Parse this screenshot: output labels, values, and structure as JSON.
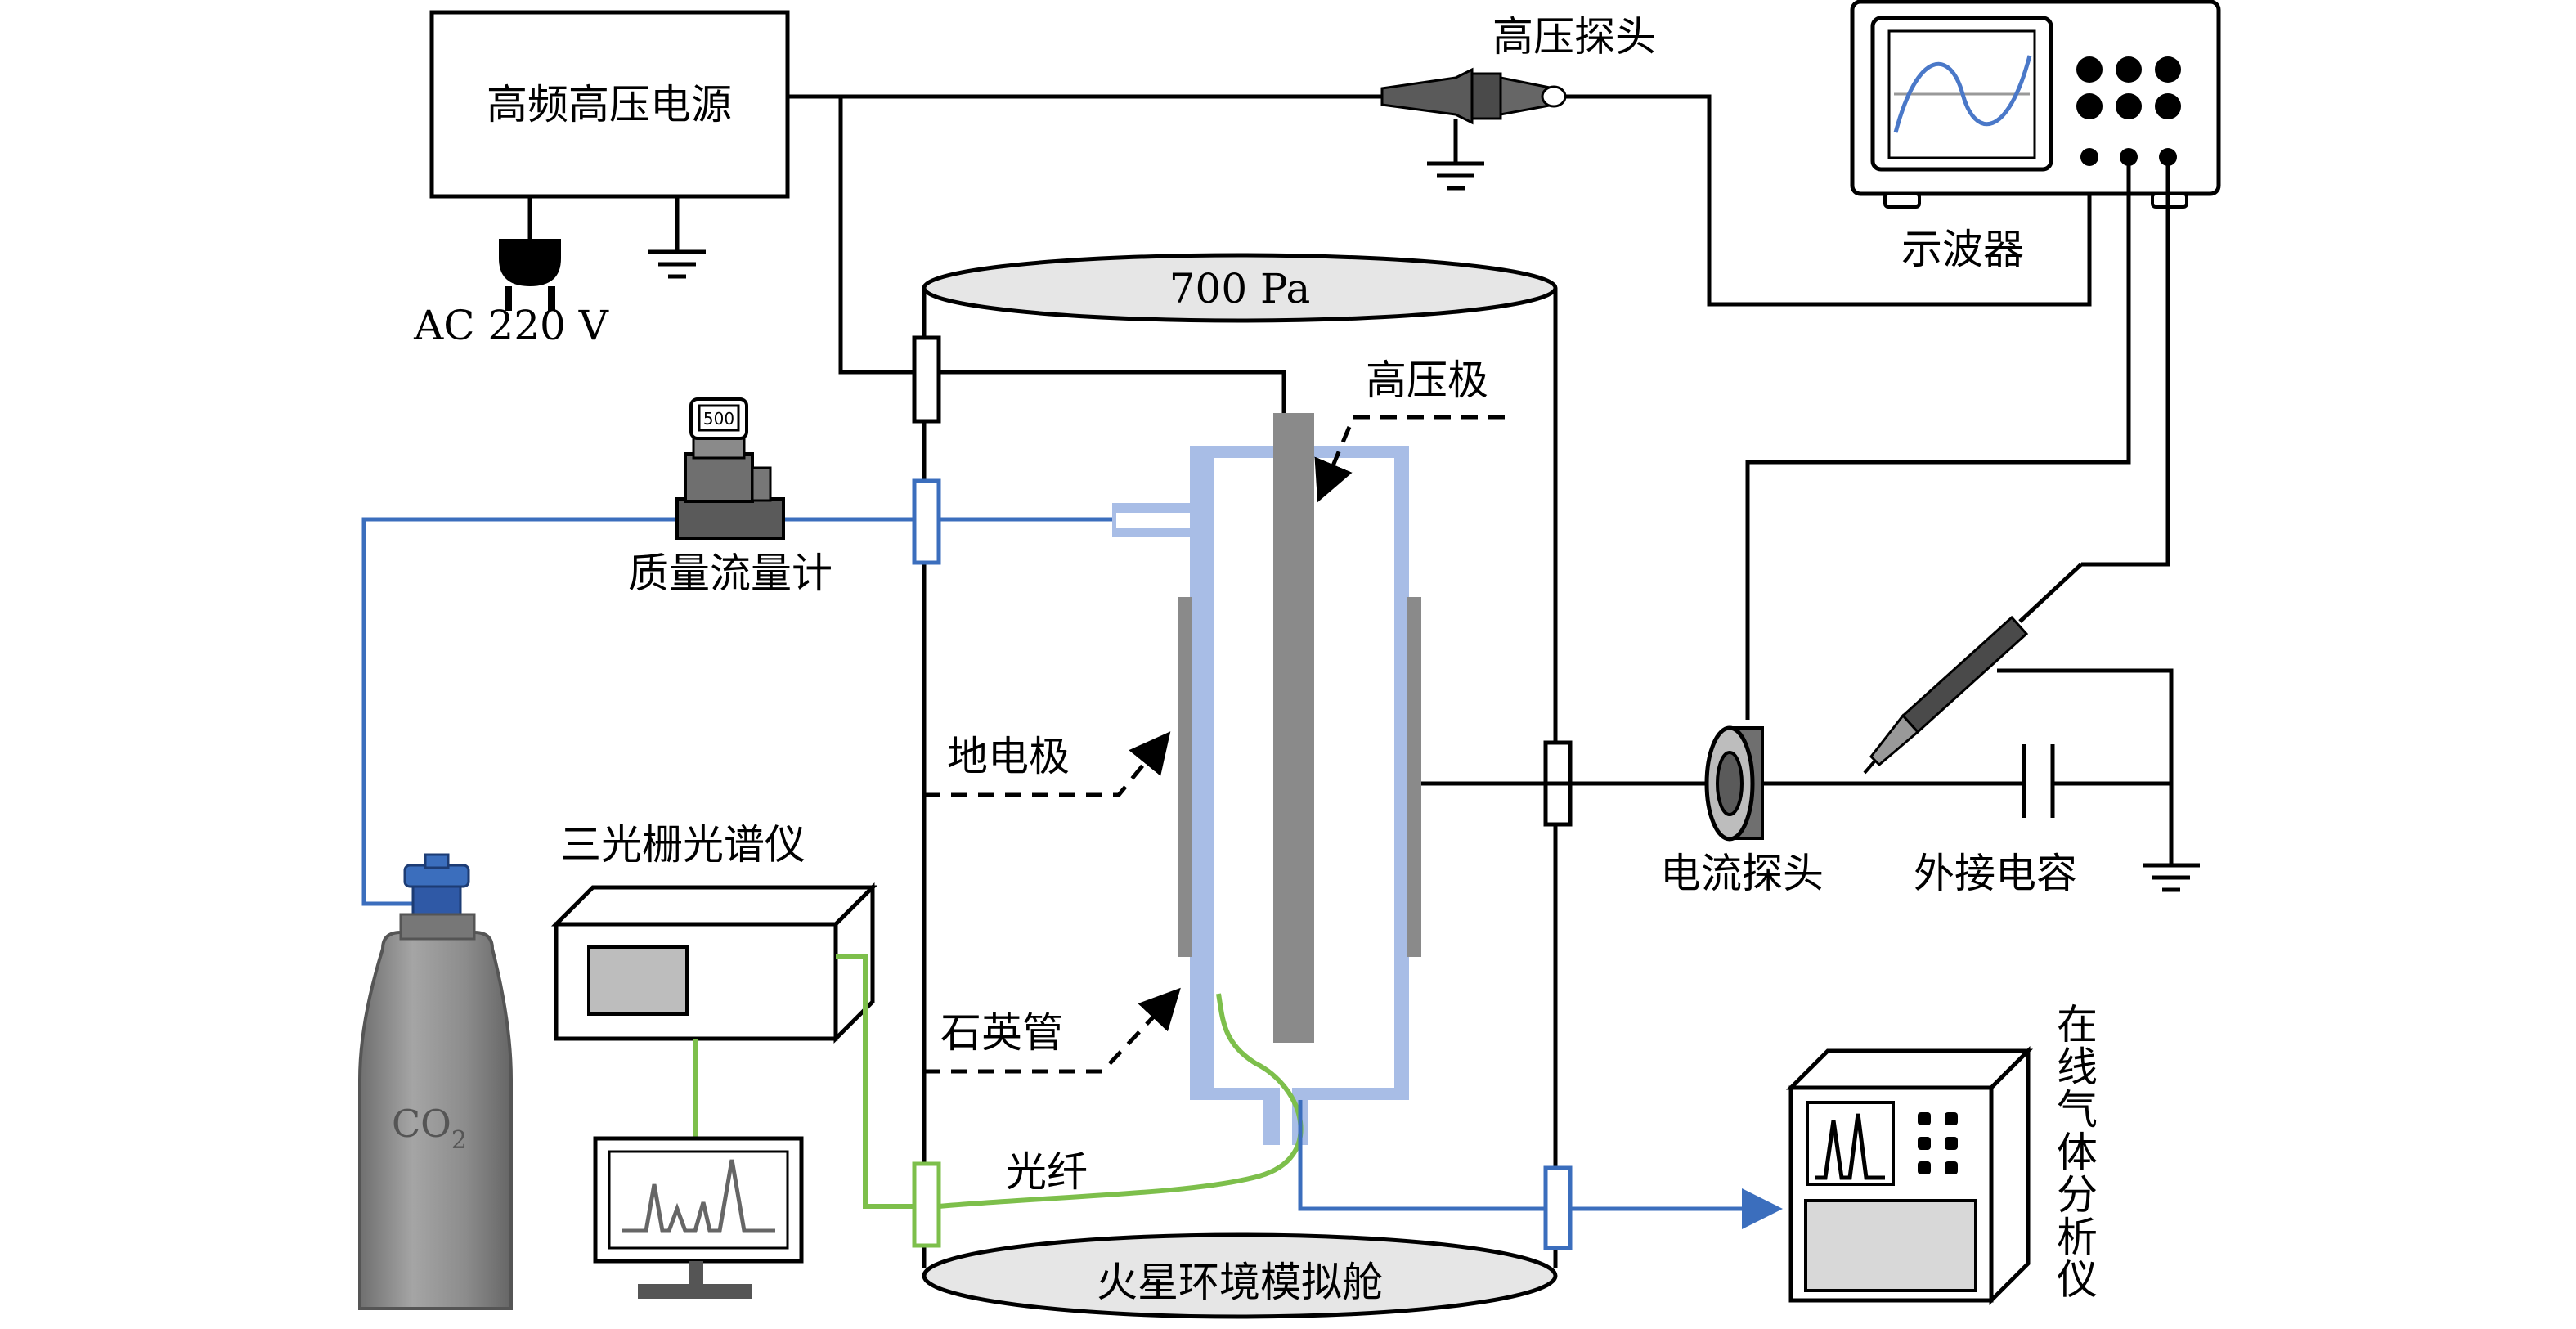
{
  "labels": {
    "hv_supply": "高频高压电源",
    "ac": "AC 220 V",
    "hv_probe": "高压探头",
    "oscilloscope": "示波器",
    "pressure": "700 Pa",
    "hv_electrode": "高压极",
    "mfc": "质量流量计",
    "mfc_display": "500",
    "ground_electrode": "地电极",
    "spectrometer": "三光栅光谱仪",
    "quartz_tube": "石英管",
    "fiber": "光纤",
    "chamber": "火星环境模拟舱",
    "current_probe": "电流探头",
    "ext_capacitor": "外接电容",
    "gas_analyzer_chars": [
      "在",
      "线",
      "气",
      "体",
      "分",
      "析",
      "仪"
    ],
    "co2_base": "CO",
    "co2_sub": "2"
  },
  "colors": {
    "gas_line": "#3b6ebd",
    "fiber": "#7dbf4b",
    "quartz": "#a8bde6",
    "electrode": "#8a8a8a",
    "chamber_cap": "#e6e6e6"
  }
}
